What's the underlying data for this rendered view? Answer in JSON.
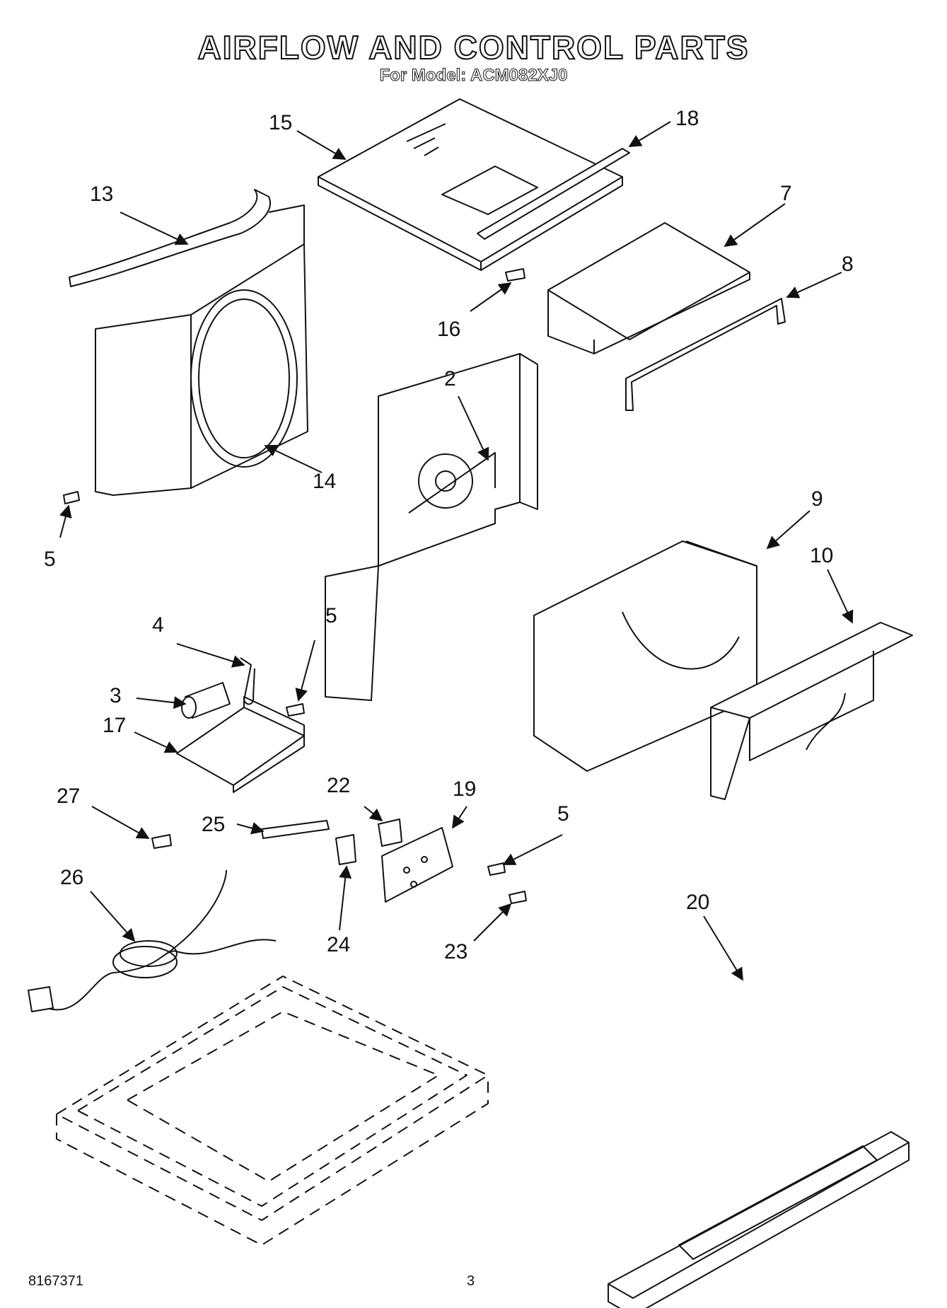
{
  "header": {
    "title": "AIRFLOW AND CONTROL PARTS",
    "subtitle": "For Model: ACM082XJ0"
  },
  "callouts": [
    "15",
    "18",
    "13",
    "7",
    "8",
    "16",
    "2",
    "14",
    "5",
    "9",
    "10",
    "4",
    "5",
    "3",
    "17",
    "22",
    "19",
    "27",
    "25",
    "5",
    "26",
    "24",
    "23",
    "20"
  ],
  "footer": {
    "doc_number": "8167371",
    "page_number": "3"
  }
}
